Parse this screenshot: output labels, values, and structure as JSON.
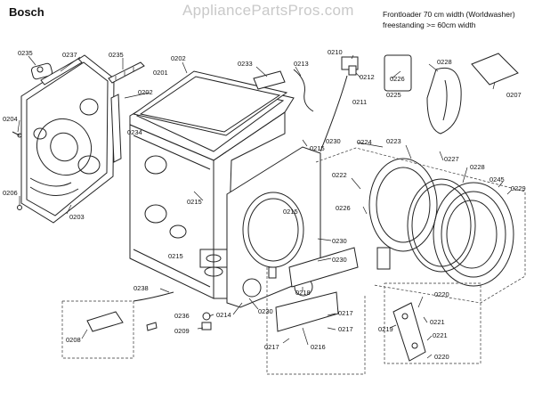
{
  "header": {
    "brand": "Bosch",
    "watermark": "AppliancePartsPros.com",
    "desc_line1": "Frontloader 70 cm width (Worldwasher)",
    "desc_line2": "freestanding >= 60cm width"
  },
  "labels": {
    "p0235": "0235",
    "p0237": "0237",
    "p0235b": "0235",
    "p0202a": "0202",
    "p0201": "0201",
    "p0202b": "0202",
    "p0234": "0234",
    "p0233": "0233",
    "p0213": "0213",
    "p0210": "0210",
    "p0212": "0212",
    "p0211": "0211",
    "p0226a": "0226",
    "p0228a": "0228",
    "p0225": "0225",
    "p0207": "0207",
    "p0204": "0204",
    "p0206": "0206",
    "p0203": "0203",
    "p0215a": "0215",
    "p0230a": "0230",
    "p0224": "0224",
    "p0223": "0223",
    "p0227": "0227",
    "p0228b": "0228",
    "p0222": "0222",
    "p0245": "0245",
    "p0229": "0229",
    "p0215b": "0215",
    "p0226b": "0226",
    "p0215c": "0215",
    "p0230b": "0230",
    "p0215d": "0215",
    "p0230c": "0230",
    "p0218": "0218",
    "p0238": "0238",
    "p0236": "0236",
    "p0214": "0214",
    "p0230d": "0230",
    "p0209": "0209",
    "p0208": "0208",
    "p0220a": "0220",
    "p0221a": "0221",
    "p0219": "0219",
    "p0221b": "0221",
    "p0220b": "0220",
    "p0217a": "0217",
    "p0217b": "0217",
    "p0217c": "0217",
    "p0216": "0216"
  }
}
